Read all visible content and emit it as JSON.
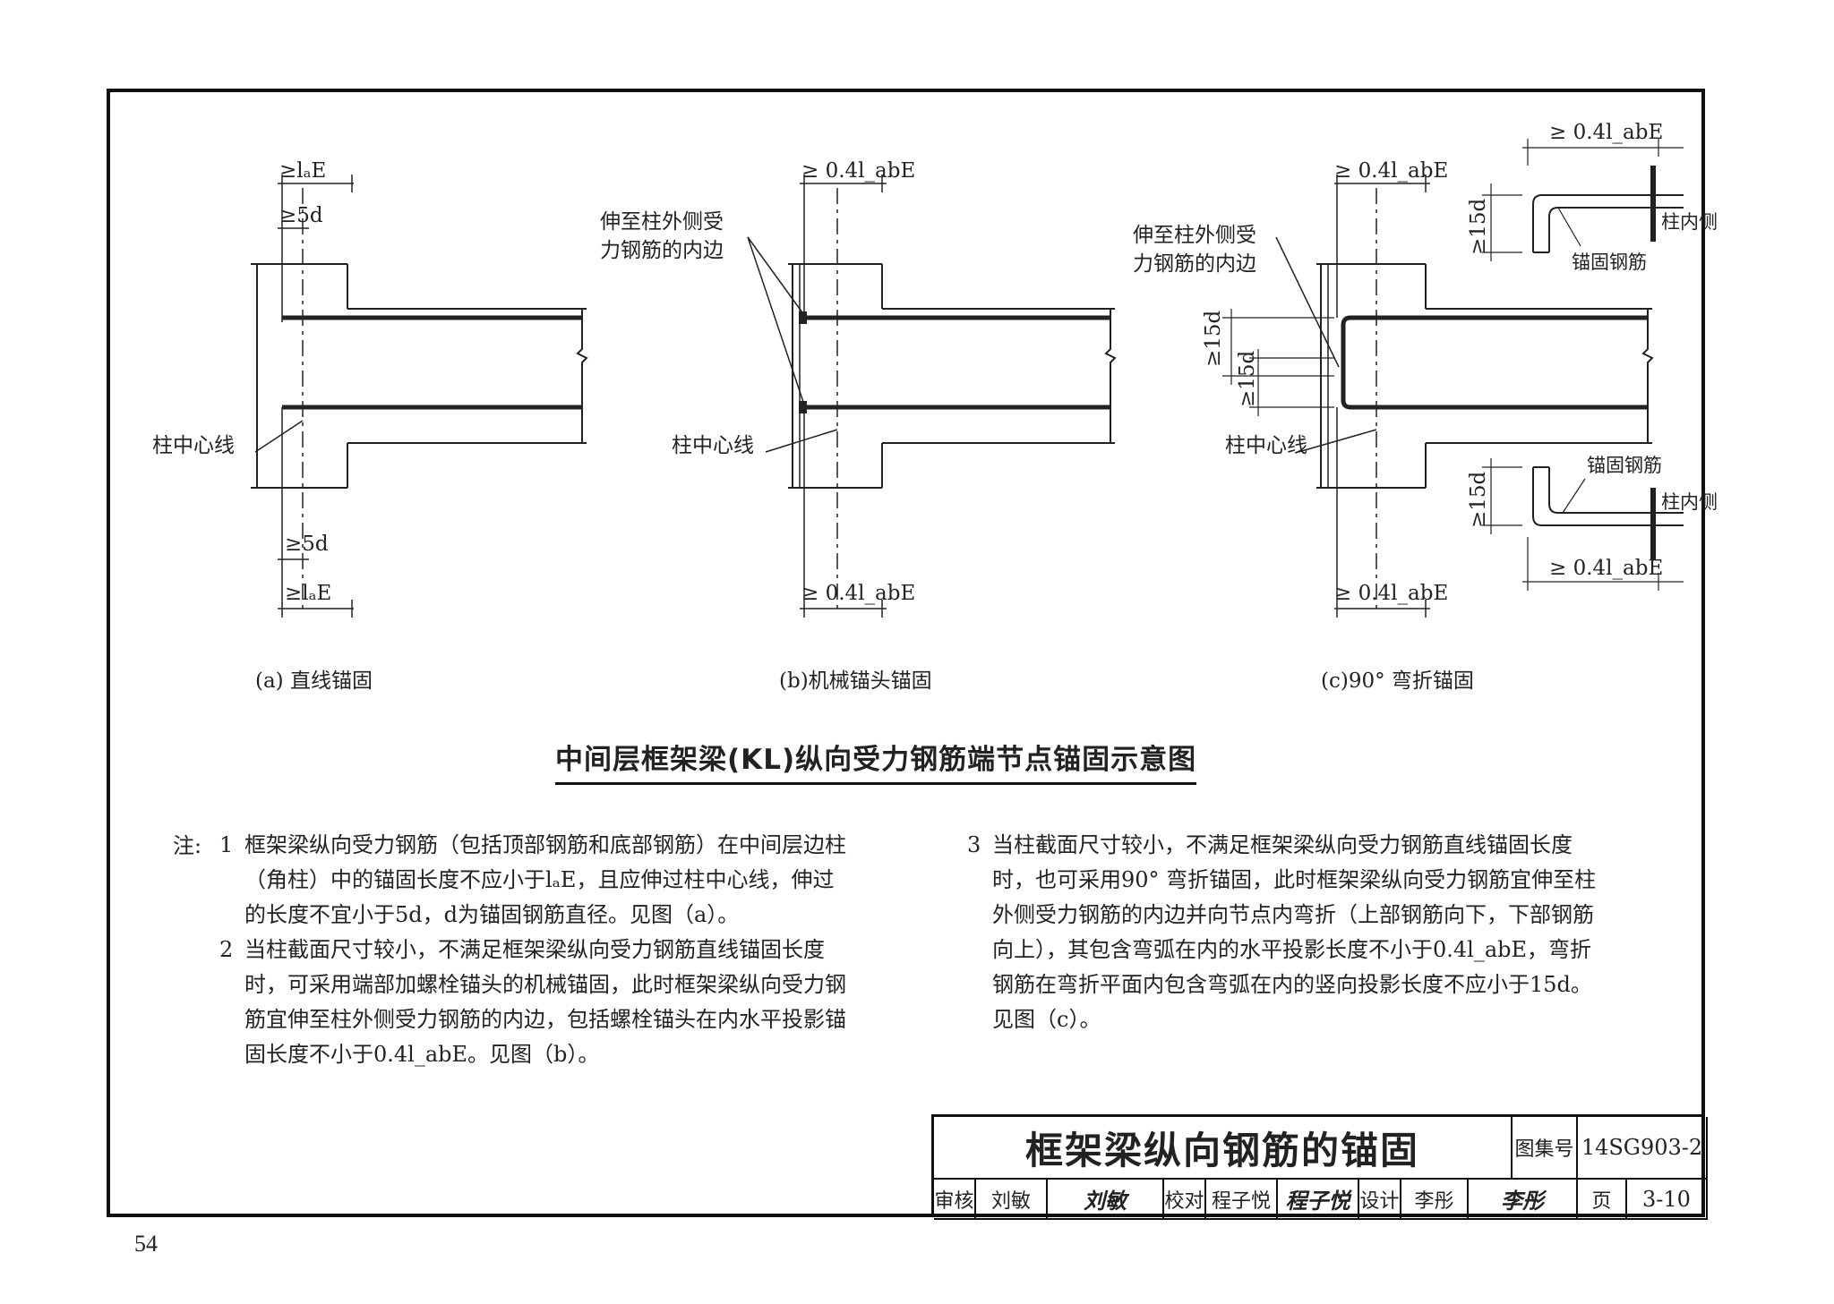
{
  "diagrams": {
    "a": {
      "caption": "(a)  直线锚固",
      "dim_top_1": "≥lₐE",
      "dim_top_2": "≥5d",
      "dim_bot_1": "≥5d",
      "dim_bot_2": "≥lₐE",
      "center_label": "柱中心线"
    },
    "b": {
      "caption": "(b)机械锚头锚固",
      "dim_top": "≥ 0.4l_abE",
      "dim_bot": "≥ 0.4l_abE",
      "callout_line1": "伸至柱外侧受",
      "callout_line2": "力钢筋的内边",
      "center_label": "柱中心线"
    },
    "c": {
      "caption": "(c)90°  弯折锚固",
      "dim_top": "≥ 0.4l_abE",
      "dim_bot": "≥ 0.4l_abE",
      "callout_line1": "伸至柱外侧受",
      "callout_line2": "力钢筋的内边",
      "center_label": "柱中心线",
      "dim_15d_top": "≥15d",
      "dim_15d_bot": "≥15d",
      "detail_top_dim": "≥ 0.4l_abE",
      "detail_top_15d": "≥15d",
      "detail_top_rebar": "锚固钢筋",
      "detail_top_inner": "柱内侧",
      "detail_bot_rebar": "锚固钢筋",
      "detail_bot_inner": "柱内侧",
      "detail_bot_15d": "≥15d",
      "detail_bot_dim": "≥ 0.4l_abE"
    }
  },
  "main_title": "中间层框架梁(KL)纵向受力钢筋端节点锚固示意图",
  "notes": {
    "label": "注:",
    "items": [
      {
        "num": "1",
        "text": "框架梁纵向受力钢筋（包括顶部钢筋和底部钢筋）在中间层边柱（角柱）中的锚固长度不应小于lₐE，且应伸过柱中心线，伸过的长度不宜小于5d，d为锚固钢筋直径。见图（a）。"
      },
      {
        "num": "2",
        "text": "当柱截面尺寸较小，不满足框架梁纵向受力钢筋直线锚固长度时，可采用端部加螺栓锚头的机械锚固，此时框架梁纵向受力钢筋宜伸至柱外侧受力钢筋的内边，包括螺栓锚头在内水平投影锚固长度不小于0.4l_abE。见图（b）。"
      },
      {
        "num": "3",
        "text": "当柱截面尺寸较小，不满足框架梁纵向受力钢筋直线锚固长度时，也可采用90° 弯折锚固，此时框架梁纵向受力钢筋宜伸至柱外侧受力钢筋的内边并向节点内弯折（上部钢筋向下，下部钢筋向上），其包含弯弧在内的水平投影长度不小于0.4l_abE，弯折钢筋在弯折平面内包含弯弧在内的竖向投影长度不应小于15d。见图（c）。"
      }
    ]
  },
  "title_block": {
    "title": "框架梁纵向钢筋的锚固",
    "atlas_label": "图集号",
    "atlas_value": "14SG903-2",
    "review_label": "审核",
    "reviewer": "刘敏",
    "reviewer_sig": "刘敏",
    "check_label": "校对",
    "checker": "程子悦",
    "checker_sig": "程子悦",
    "design_label": "设计",
    "designer": "李彤",
    "designer_sig": "李彤",
    "page_label": "页",
    "page_value": "3-10"
  },
  "page_number": "54"
}
